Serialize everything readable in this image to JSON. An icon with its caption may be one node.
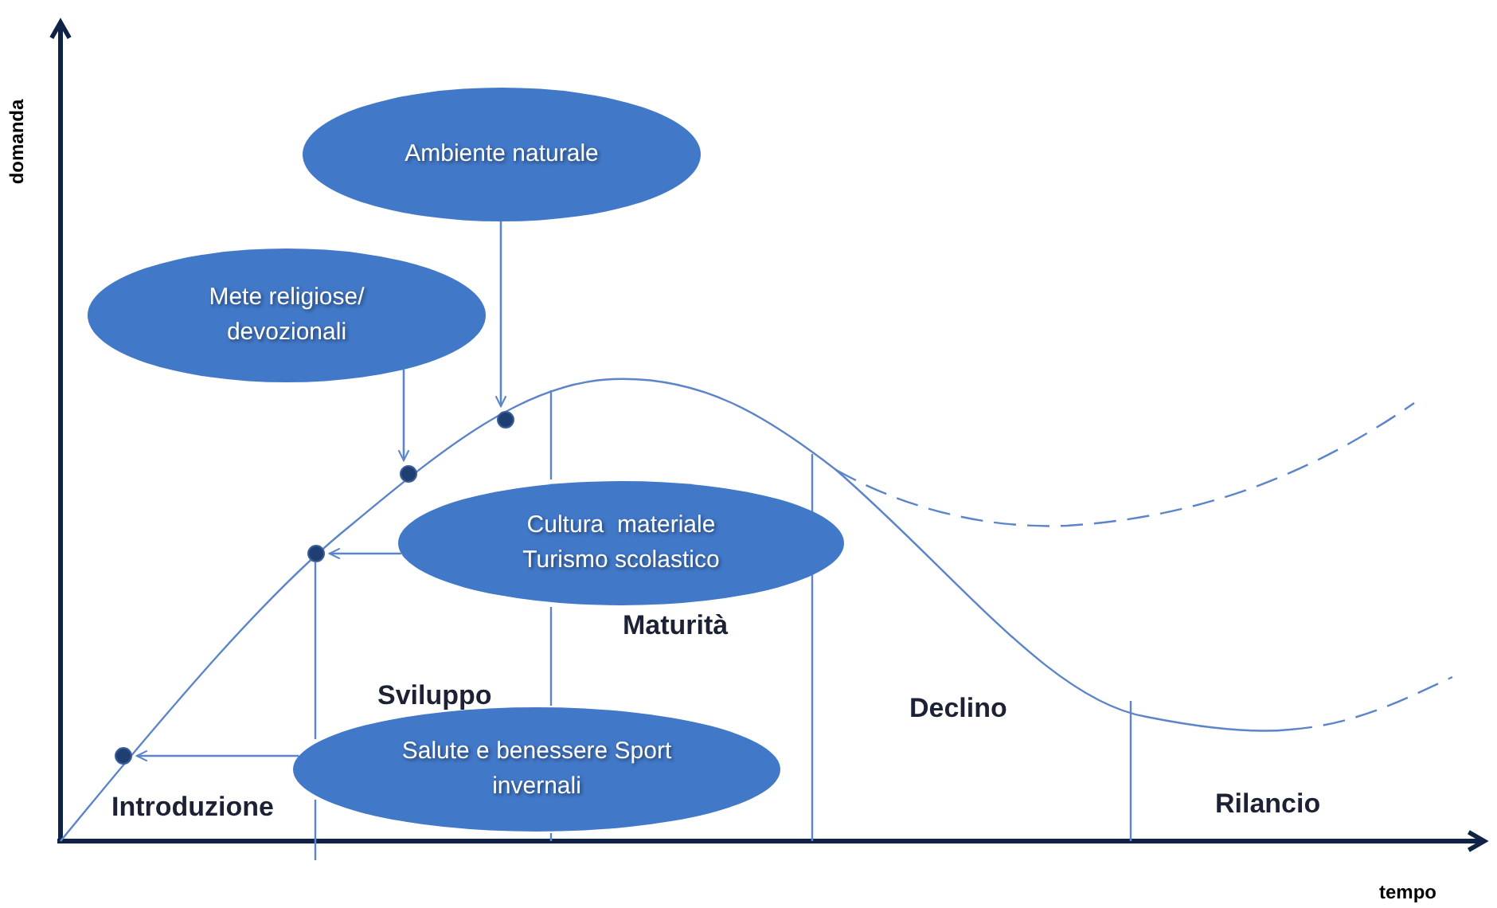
{
  "diagram": {
    "nodes": [
      {
        "text": [
          "Ambiente naturale"
        ]
      },
      {
        "text": [
          "Mete religiose/ devozionali"
        ]
      },
      {
        "text": [],
        "shape": "circle"
      },
      {
        "text": [],
        "shape": "circle"
      },
      {
        "text": [
          "Cultura  materiale Turismo scolastico"
        ]
      },
      {
        "text": [],
        "shape": "circle"
      },
      {
        "text": [
          "Salute e benessere Sport invernali"
        ]
      },
      {
        "text": [],
        "shape": "circle"
      }
    ],
    "edges": [
      {
        "from": 0,
        "to": 2,
        "arrow": "to"
      },
      {
        "from": 1,
        "to": 3,
        "arrow": "to"
      },
      {
        "from": 4,
        "to": 5,
        "arrow": "to"
      },
      {
        "from": 6,
        "to": 7,
        "arrow": "to"
      }
    ],
    "labels": [
      "domanda",
      "Maturità",
      "Sviluppo",
      "Declino",
      "Introduzione",
      "Rilancio",
      "tempo"
    ]
  }
}
